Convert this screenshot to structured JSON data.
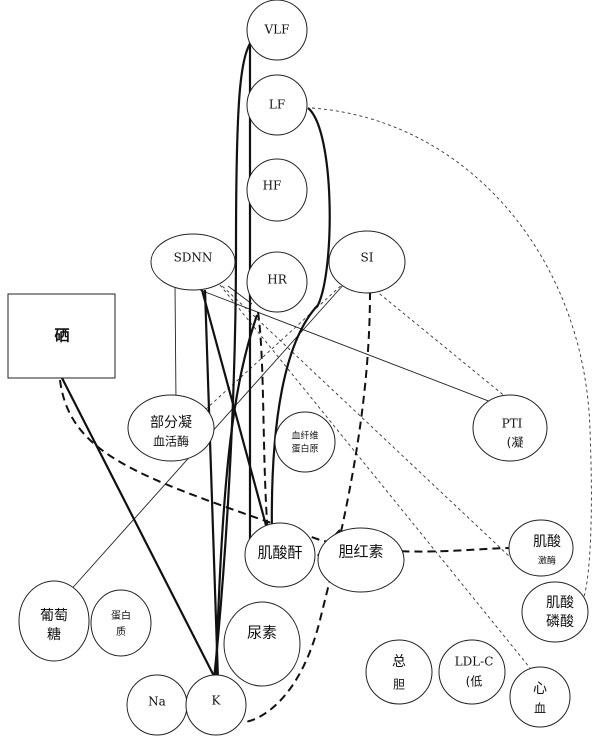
{
  "nodes": {
    "vlf": "VLF",
    "lf": "LF",
    "hf": "HF",
    "hr": "HR",
    "sdnn": "SDNN",
    "si": "SI",
    "selenium": "硒",
    "partial_1": "部分凝",
    "partial_2": "血活酶",
    "fibrinogen_1": "血纤维",
    "fibrinogen_2": "蛋白原",
    "pti_1": "PTI",
    "pti_2": "(凝",
    "creatinine": "肌酸酐",
    "bilirubin": "胆红素",
    "creatine_1": "肌酸",
    "creatine_2": "激酶",
    "cp_1": "肌酸",
    "cp_2": "磷酸",
    "glucose_1": "葡萄",
    "glucose_2": "糖",
    "protein_1": "蛋白",
    "protein_2": "质",
    "urea": "尿素",
    "total_1": "总",
    "total_2": "胆",
    "ldl_1": "LDL-C",
    "ldl_2": "(低",
    "heart_1": "心",
    "heart_2": "血",
    "na": "Na",
    "k": "K"
  }
}
